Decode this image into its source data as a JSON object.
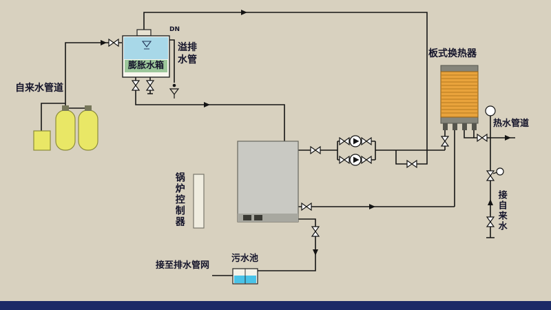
{
  "diagram": {
    "title_context": "boiler-plant-piping-schematic",
    "equipment": {
      "expansion_tank": "膨胀水箱",
      "pipe_dn": "DN",
      "overflow_pipe": "溢排水管",
      "tap_water_pipe": "自来水管道",
      "boiler_controller": "锅炉控制器",
      "plate_heat_exchanger": "板式换热器",
      "hot_water_pipe": "热水管道",
      "connect_tap_water": "接自来水",
      "connect_drain_network": "接至排水管网",
      "sewage_pool": "污水池"
    },
    "colors": {
      "background": "#d8d1bf",
      "pipe": "#141414",
      "tank_water": "#a8d8e8",
      "tank_label_bg": "#9cc79b",
      "softener_fill": "#e9e766",
      "boiler_fill": "#c9c9c3",
      "controller_fill": "#f0ede0",
      "exchanger_fill": "#e9a33c",
      "exchanger_cap": "#85857b",
      "pool_water": "#49c3e8",
      "footer_bar": "#1c2a66"
    }
  }
}
